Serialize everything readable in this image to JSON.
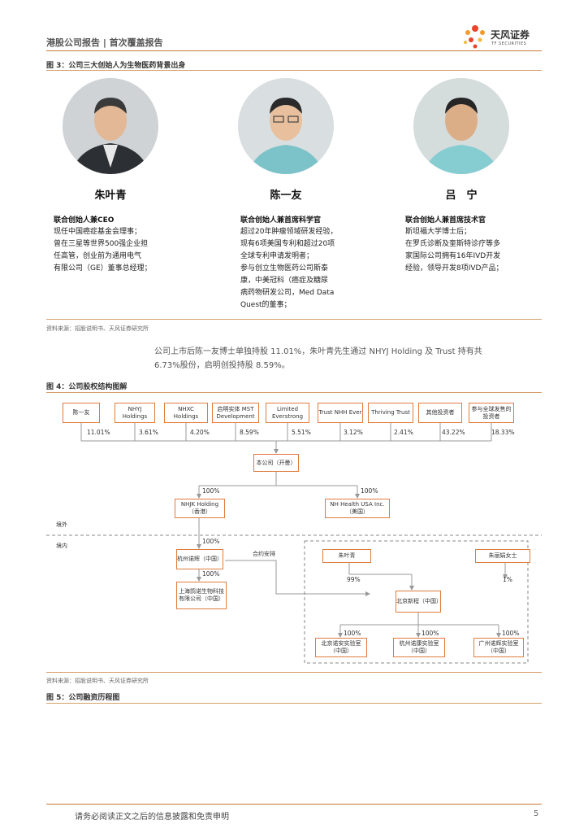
{
  "header": {
    "title": "港股公司报告 | 首次覆盖报告",
    "logo_name": "天风证券",
    "logo_sub": "TF SECURITIES"
  },
  "figure3": {
    "title": "图 3：公司三大创始人为生物医药背景出身",
    "founders": [
      {
        "name": "朱叶青",
        "role": "联合创始人兼CEO",
        "desc": [
          "现任中国癌症基金会理事；",
          "曾在三星等世界500强企业担",
          "任高管，创业前为通用电气",
          "有限公司（GE）董事总经理；"
        ]
      },
      {
        "name": "陈一友",
        "role": "联合创始人兼首席科学官",
        "desc": [
          "超过20年肿瘤领域研发经验，",
          "现有6项美国专利和超过20项",
          "全球专利申请发明者；",
          "参与创立生物医药公司斯泰",
          "康，中美冠科（癌症及糖尿",
          "病药物研发公司，Med Data",
          "Quest的董事；"
        ]
      },
      {
        "name": "吕　宁",
        "role": "联合创始人兼首席技术官",
        "desc": [
          "斯坦福大学博士后；",
          "在罗氏诊断及奎斯特诊疗等多",
          "家国际公司拥有16年IVD开发",
          "经验，领导开发8项IVD产品；"
        ]
      }
    ],
    "source": "资料来源：招股说明书、天风证券研究所"
  },
  "paragraph": {
    "line1": "公司上市后陈一友博士单独持股 11.01%，朱叶青先生通过 NHYJ Holding 及 Trust 持有共",
    "line2": "6.73%股份，启明创投持股 8.59%。"
  },
  "figure4": {
    "title": "图 4：公司股权结构图解",
    "shareholders": [
      {
        "name": "陈一友",
        "pct": "11.01%"
      },
      {
        "name": "NHYJ Holdings",
        "pct": "3.61%"
      },
      {
        "name": "NHXC Holdings",
        "pct": "4.20%"
      },
      {
        "name": "启明实体 MST Development",
        "pct": "8.59%"
      },
      {
        "name": "Limited Everstrong",
        "pct": "5.51%"
      },
      {
        "name": "Trust NHH Ever",
        "pct": "3.12%"
      },
      {
        "name": "Thriving Trust",
        "pct": "2.41%"
      },
      {
        "name": "其他投资者",
        "pct": "43.22%"
      },
      {
        "name": "参与全球发售的投资者",
        "pct": "18.33%"
      }
    ],
    "company": "本公司（开曼）",
    "sub_left": {
      "name": "NHJK Holding（香港）",
      "pct": "100%"
    },
    "sub_right": {
      "name": "NH Health USA Inc.（美国）",
      "pct": "100%"
    },
    "offshore": "境外",
    "onshore": "境内",
    "hz": {
      "name": "杭州诺辉（中国）",
      "pct": "100%"
    },
    "sh": {
      "name": "上海鹍诺生物科技有限公司（中国）",
      "pct": "100%"
    },
    "contract": "合约安排",
    "zhu": {
      "name": "朱叶青",
      "pct": "99%"
    },
    "lady": {
      "name": "朱丽娟女士",
      "pct": "1%"
    },
    "bj": {
      "name": "北京新程（中国）"
    },
    "labs": [
      {
        "name": "北京诺安实验室（中国）",
        "pct": "100%"
      },
      {
        "name": "杭州诺康实验室（中国）",
        "pct": "100%"
      },
      {
        "name": "广州诺辉实验室（中国）",
        "pct": "100%"
      }
    ],
    "source": "资料来源：招股说明书、天风证券研究所"
  },
  "figure5": {
    "title": "图 5：公司融资历程图"
  },
  "footer": {
    "disclaimer": "请务必阅读正文之后的信息披露和免责申明",
    "page": "5"
  },
  "colors": {
    "accent": "#e07c3c",
    "rule": "#c87838"
  }
}
